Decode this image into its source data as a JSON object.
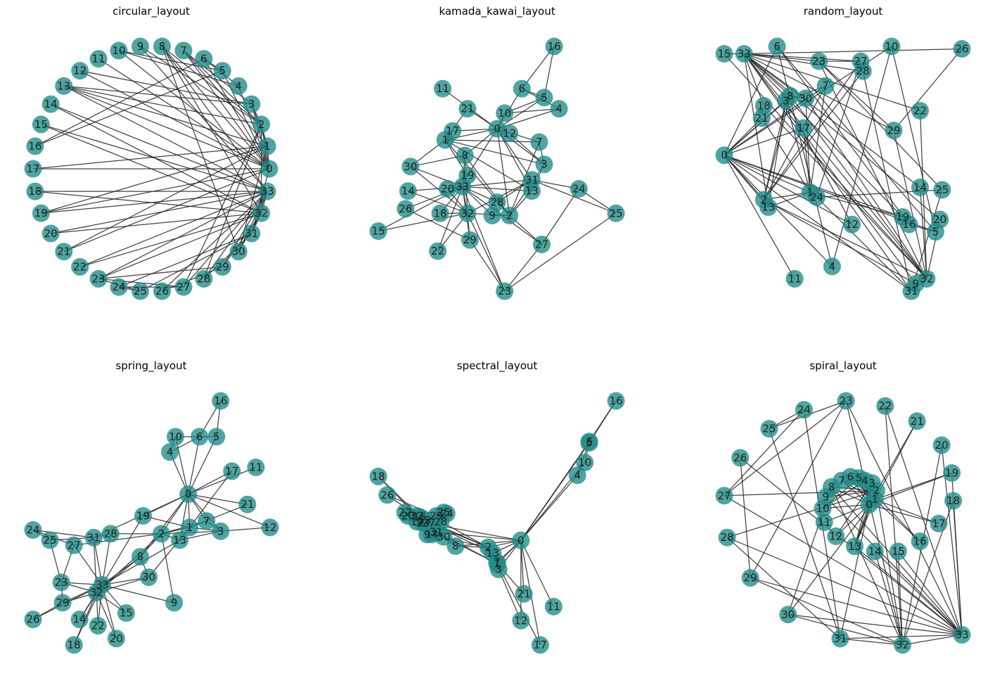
{
  "figure": {
    "node_color": "#1f8a87",
    "edge_color": "#222222",
    "background": "#ffffff"
  },
  "graph": {
    "node_count": 34,
    "edges": [
      [
        0,
        1
      ],
      [
        0,
        2
      ],
      [
        0,
        3
      ],
      [
        0,
        4
      ],
      [
        0,
        5
      ],
      [
        0,
        6
      ],
      [
        0,
        7
      ],
      [
        0,
        8
      ],
      [
        0,
        10
      ],
      [
        0,
        11
      ],
      [
        0,
        12
      ],
      [
        0,
        13
      ],
      [
        0,
        17
      ],
      [
        0,
        19
      ],
      [
        0,
        21
      ],
      [
        0,
        31
      ],
      [
        1,
        2
      ],
      [
        1,
        3
      ],
      [
        1,
        7
      ],
      [
        1,
        13
      ],
      [
        1,
        17
      ],
      [
        1,
        19
      ],
      [
        1,
        21
      ],
      [
        1,
        30
      ],
      [
        2,
        3
      ],
      [
        2,
        7
      ],
      [
        2,
        8
      ],
      [
        2,
        9
      ],
      [
        2,
        13
      ],
      [
        2,
        27
      ],
      [
        2,
        28
      ],
      [
        2,
        32
      ],
      [
        3,
        7
      ],
      [
        3,
        12
      ],
      [
        3,
        13
      ],
      [
        4,
        6
      ],
      [
        4,
        10
      ],
      [
        5,
        6
      ],
      [
        5,
        10
      ],
      [
        5,
        16
      ],
      [
        6,
        16
      ],
      [
        8,
        30
      ],
      [
        8,
        32
      ],
      [
        8,
        33
      ],
      [
        9,
        33
      ],
      [
        13,
        33
      ],
      [
        14,
        32
      ],
      [
        14,
        33
      ],
      [
        15,
        32
      ],
      [
        15,
        33
      ],
      [
        18,
        32
      ],
      [
        18,
        33
      ],
      [
        19,
        33
      ],
      [
        20,
        32
      ],
      [
        20,
        33
      ],
      [
        22,
        32
      ],
      [
        22,
        33
      ],
      [
        23,
        25
      ],
      [
        23,
        27
      ],
      [
        23,
        29
      ],
      [
        23,
        32
      ],
      [
        23,
        33
      ],
      [
        24,
        25
      ],
      [
        24,
        27
      ],
      [
        24,
        31
      ],
      [
        25,
        31
      ],
      [
        26,
        29
      ],
      [
        26,
        33
      ],
      [
        27,
        33
      ],
      [
        28,
        31
      ],
      [
        28,
        33
      ],
      [
        29,
        32
      ],
      [
        29,
        33
      ],
      [
        30,
        32
      ],
      [
        30,
        33
      ],
      [
        31,
        32
      ],
      [
        31,
        33
      ],
      [
        32,
        33
      ]
    ]
  },
  "panels": [
    {
      "title": "circular_layout",
      "positions": [
        [
          1.0,
          0.0
        ],
        [
          0.983,
          0.184
        ],
        [
          0.932,
          0.361
        ],
        [
          0.85,
          0.526
        ],
        [
          0.739,
          0.674
        ],
        [
          0.603,
          0.798
        ],
        [
          0.446,
          0.895
        ],
        [
          0.274,
          0.962
        ],
        [
          0.092,
          0.996
        ],
        [
          -0.092,
          0.996
        ],
        [
          -0.274,
          0.962
        ],
        [
          -0.446,
          0.895
        ],
        [
          -0.603,
          0.798
        ],
        [
          -0.739,
          0.674
        ],
        [
          -0.85,
          0.526
        ],
        [
          -0.932,
          0.361
        ],
        [
          -0.983,
          0.184
        ],
        [
          -1.0,
          0.0
        ],
        [
          -0.983,
          -0.184
        ],
        [
          -0.932,
          -0.361
        ],
        [
          -0.85,
          -0.526
        ],
        [
          -0.739,
          -0.674
        ],
        [
          -0.603,
          -0.798
        ],
        [
          -0.446,
          -0.895
        ],
        [
          -0.274,
          -0.962
        ],
        [
          -0.092,
          -0.996
        ],
        [
          0.092,
          -0.996
        ],
        [
          0.274,
          -0.962
        ],
        [
          0.446,
          -0.895
        ],
        [
          0.603,
          -0.798
        ],
        [
          0.739,
          -0.674
        ],
        [
          0.85,
          -0.526
        ],
        [
          0.932,
          -0.361
        ],
        [
          0.983,
          -0.184
        ]
      ]
    },
    {
      "title": "kamada_kawai_layout",
      "positions": [
        [
          0.0,
          0.07
        ],
        [
          -0.21,
          0.02
        ],
        [
          0.05,
          -0.32
        ],
        [
          0.19,
          -0.09
        ],
        [
          0.25,
          0.16
        ],
        [
          0.19,
          0.21
        ],
        [
          0.1,
          0.25
        ],
        [
          0.17,
          0.01
        ],
        [
          -0.13,
          -0.05
        ],
        [
          -0.02,
          -0.32
        ],
        [
          0.03,
          0.14
        ],
        [
          -0.22,
          0.25
        ],
        [
          0.05,
          0.05
        ],
        [
          0.14,
          -0.21
        ],
        [
          -0.36,
          -0.21
        ],
        [
          -0.48,
          -0.39
        ],
        [
          0.23,
          0.44
        ],
        [
          -0.18,
          0.06
        ],
        [
          -0.23,
          -0.31
        ],
        [
          -0.12,
          -0.14
        ],
        [
          -0.2,
          -0.2
        ],
        [
          -0.12,
          0.16
        ],
        [
          -0.24,
          -0.48
        ],
        [
          0.03,
          -0.66
        ],
        [
          0.33,
          -0.2
        ],
        [
          0.48,
          -0.31
        ],
        [
          -0.37,
          -0.29
        ],
        [
          0.18,
          -0.45
        ],
        [
          0.0,
          -0.26
        ],
        [
          -0.11,
          -0.43
        ],
        [
          -0.35,
          -0.1
        ],
        [
          0.14,
          -0.16
        ],
        [
          -0.12,
          -0.31
        ],
        [
          -0.14,
          -0.19
        ]
      ]
    },
    {
      "title": "random_layout",
      "positions": [
        [
          0.02,
          0.55
        ],
        [
          0.41,
          0.4
        ],
        [
          0.2,
          0.37
        ],
        [
          0.3,
          0.77
        ],
        [
          0.51,
          0.1
        ],
        [
          0.98,
          0.24
        ],
        [
          0.26,
          0.99
        ],
        [
          0.48,
          0.83
        ],
        [
          0.32,
          0.79
        ],
        [
          0.89,
          0.03
        ],
        [
          0.78,
          0.99
        ],
        [
          0.34,
          0.05
        ],
        [
          0.6,
          0.27
        ],
        [
          0.22,
          0.34
        ],
        [
          0.91,
          0.42
        ],
        [
          0.02,
          0.96
        ],
        [
          0.86,
          0.27
        ],
        [
          0.38,
          0.66
        ],
        [
          0.2,
          0.75
        ],
        [
          0.83,
          0.3
        ],
        [
          1.0,
          0.29
        ],
        [
          0.19,
          0.7
        ],
        [
          0.91,
          0.73
        ],
        [
          0.45,
          0.93
        ],
        [
          0.44,
          0.38
        ],
        [
          1.01,
          0.41
        ],
        [
          1.1,
          0.98
        ],
        [
          0.64,
          0.93
        ],
        [
          0.65,
          0.89
        ],
        [
          0.79,
          0.65
        ],
        [
          0.39,
          0.78
        ],
        [
          0.87,
          0.0
        ],
        [
          0.94,
          0.05
        ],
        [
          0.11,
          0.96
        ]
      ]
    },
    {
      "title": "spring_layout",
      "positions": [
        [
          0.0,
          0.0
        ],
        [
          0.01,
          -0.26
        ],
        [
          -0.19,
          -0.31
        ],
        [
          0.23,
          -0.29
        ],
        [
          -0.13,
          0.33
        ],
        [
          0.2,
          0.45
        ],
        [
          0.08,
          0.45
        ],
        [
          0.13,
          -0.21
        ],
        [
          -0.34,
          -0.49
        ],
        [
          -0.1,
          -0.85
        ],
        [
          -0.09,
          0.45
        ],
        [
          0.48,
          0.21
        ],
        [
          0.58,
          -0.26
        ],
        [
          -0.06,
          -0.36
        ],
        [
          -0.77,
          -0.98
        ],
        [
          -0.44,
          -0.93
        ],
        [
          0.23,
          0.73
        ],
        [
          0.31,
          0.18
        ],
        [
          -0.81,
          -1.18
        ],
        [
          -0.32,
          -0.17
        ],
        [
          -0.51,
          -1.13
        ],
        [
          0.42,
          -0.08
        ],
        [
          -0.64,
          -1.03
        ],
        [
          -0.9,
          -0.69
        ],
        [
          -1.1,
          -0.28
        ],
        [
          -0.98,
          -0.36
        ],
        [
          -1.1,
          -0.98
        ],
        [
          -0.81,
          -0.4
        ],
        [
          -0.55,
          -0.31
        ],
        [
          -0.89,
          -0.85
        ],
        [
          -0.28,
          -0.65
        ],
        [
          -0.67,
          -0.34
        ],
        [
          -0.65,
          -0.77
        ],
        [
          -0.61,
          -0.71
        ]
      ]
    },
    {
      "title": "spectral_layout",
      "positions": [
        [
          0.0,
          0.0
        ],
        [
          -0.16,
          -0.2
        ],
        [
          -0.22,
          -0.06
        ],
        [
          -0.15,
          -0.25
        ],
        [
          0.38,
          0.56
        ],
        [
          0.46,
          0.84
        ],
        [
          0.46,
          0.85
        ],
        [
          -0.16,
          -0.19
        ],
        [
          -0.44,
          -0.05
        ],
        [
          -0.63,
          0.05
        ],
        [
          0.43,
          0.67
        ],
        [
          0.22,
          -0.57
        ],
        [
          0.0,
          -0.69
        ],
        [
          -0.19,
          -0.11
        ],
        [
          -0.6,
          0.05
        ],
        [
          -0.68,
          0.2
        ],
        [
          0.64,
          1.2
        ],
        [
          0.13,
          -0.9
        ],
        [
          -0.96,
          0.55
        ],
        [
          -0.7,
          0.16
        ],
        [
          -0.76,
          0.21
        ],
        [
          0.02,
          -0.46
        ],
        [
          -0.78,
          0.24
        ],
        [
          -0.66,
          0.15
        ],
        [
          -0.5,
          0.23
        ],
        [
          -0.52,
          0.24
        ],
        [
          -0.9,
          0.39
        ],
        [
          -0.62,
          0.15
        ],
        [
          -0.54,
          0.16
        ],
        [
          -0.57,
          0.21
        ],
        [
          -0.52,
          0.03
        ],
        [
          -0.57,
          0.07
        ],
        [
          -0.7,
          0.21
        ],
        [
          -0.65,
          0.17
        ]
      ]
    },
    {
      "title": "spiral_layout",
      "positions": [
        [
          0.02,
          0.11
        ],
        [
          0.06,
          0.15
        ],
        [
          0.07,
          0.22
        ],
        [
          0.04,
          0.28
        ],
        [
          -0.01,
          0.3
        ],
        [
          -0.05,
          0.32
        ],
        [
          -0.11,
          0.33
        ],
        [
          -0.17,
          0.3
        ],
        [
          -0.24,
          0.25
        ],
        [
          -0.28,
          0.17
        ],
        [
          -0.3,
          0.08
        ],
        [
          -0.29,
          -0.03
        ],
        [
          -0.21,
          -0.14
        ],
        [
          -0.08,
          -0.22
        ],
        [
          0.06,
          -0.26
        ],
        [
          0.22,
          -0.26
        ],
        [
          0.37,
          -0.18
        ],
        [
          0.5,
          -0.04
        ],
        [
          0.6,
          0.14
        ],
        [
          0.59,
          0.36
        ],
        [
          0.52,
          0.58
        ],
        [
          0.35,
          0.77
        ],
        [
          0.13,
          0.89
        ],
        [
          -0.14,
          0.93
        ],
        [
          -0.43,
          0.86
        ],
        [
          -0.67,
          0.71
        ],
        [
          -0.87,
          0.48
        ],
        [
          -0.98,
          0.18
        ],
        [
          -0.96,
          -0.15
        ],
        [
          -0.8,
          -0.47
        ],
        [
          -0.54,
          -0.76
        ],
        [
          -0.18,
          -0.95
        ],
        [
          0.25,
          -1.0
        ],
        [
          0.66,
          -0.92
        ]
      ]
    }
  ]
}
